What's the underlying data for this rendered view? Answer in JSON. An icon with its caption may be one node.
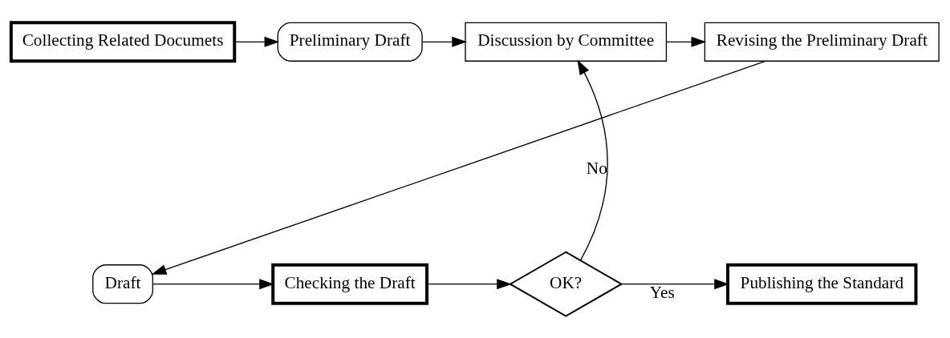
{
  "diagram": {
    "nodes": [
      {
        "text": [
          "Collecting Related Documets"
        ]
      },
      {
        "text": [
          "Preliminary Draft"
        ]
      },
      {
        "text": [
          "Discussion by Committee"
        ]
      },
      {
        "text": [
          "Revising the Preliminary Draft"
        ]
      },
      {
        "text": [
          "Draft"
        ]
      },
      {
        "text": [
          "Checking the Draft"
        ]
      },
      {
        "text": [
          "OK?"
        ]
      },
      {
        "text": [
          "Publishing the Standard"
        ]
      }
    ],
    "edges": [
      {
        "from": 0,
        "to": 1,
        "arrow": "to"
      },
      {
        "from": 1,
        "to": 2,
        "arrow": "to"
      },
      {
        "from": 2,
        "to": 3,
        "arrow": "to"
      },
      {
        "from": 3,
        "to": 4,
        "arrow": "to"
      },
      {
        "from": 4,
        "to": 5,
        "arrow": "to"
      },
      {
        "from": 5,
        "to": 6,
        "arrow": "to"
      },
      {
        "from": 6,
        "to": 7,
        "label": "Yes",
        "arrow": "to"
      },
      {
        "from": 6,
        "to": 2,
        "label": "No",
        "arrow": "to"
      }
    ]
  }
}
